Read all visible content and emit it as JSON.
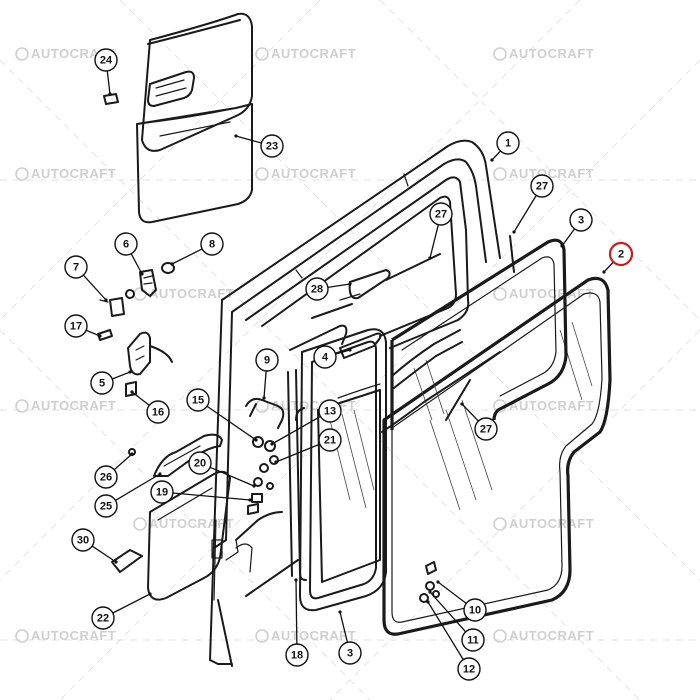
{
  "watermark": {
    "text": "AUTOCRAFT"
  },
  "callouts": [
    {
      "id": "c1",
      "label": "1",
      "highlight": false
    },
    {
      "id": "c2",
      "label": "2",
      "highlight": true
    },
    {
      "id": "c3a",
      "label": "3",
      "highlight": false
    },
    {
      "id": "c3b",
      "label": "3",
      "highlight": false
    },
    {
      "id": "c4",
      "label": "4",
      "highlight": false
    },
    {
      "id": "c5",
      "label": "5",
      "highlight": false
    },
    {
      "id": "c6",
      "label": "6",
      "highlight": false
    },
    {
      "id": "c7",
      "label": "7",
      "highlight": false
    },
    {
      "id": "c8",
      "label": "8",
      "highlight": false
    },
    {
      "id": "c9",
      "label": "9",
      "highlight": false
    },
    {
      "id": "c10",
      "label": "10",
      "highlight": false
    },
    {
      "id": "c11",
      "label": "11",
      "highlight": false
    },
    {
      "id": "c12",
      "label": "12",
      "highlight": false
    },
    {
      "id": "c13",
      "label": "13",
      "highlight": false
    },
    {
      "id": "c15",
      "label": "15",
      "highlight": false
    },
    {
      "id": "c16",
      "label": "16",
      "highlight": false
    },
    {
      "id": "c17",
      "label": "17",
      "highlight": false
    },
    {
      "id": "c18",
      "label": "18",
      "highlight": false
    },
    {
      "id": "c19",
      "label": "19",
      "highlight": false
    },
    {
      "id": "c20",
      "label": "20",
      "highlight": false
    },
    {
      "id": "c21",
      "label": "21",
      "highlight": false
    },
    {
      "id": "c22",
      "label": "22",
      "highlight": false
    },
    {
      "id": "c23",
      "label": "23",
      "highlight": false
    },
    {
      "id": "c24",
      "label": "24",
      "highlight": false
    },
    {
      "id": "c25",
      "label": "25",
      "highlight": false
    },
    {
      "id": "c26",
      "label": "26",
      "highlight": false
    },
    {
      "id": "c27a",
      "label": "27",
      "highlight": false
    },
    {
      "id": "c27b",
      "label": "27",
      "highlight": false
    },
    {
      "id": "c27c",
      "label": "27",
      "highlight": false
    },
    {
      "id": "c28",
      "label": "28",
      "highlight": false
    },
    {
      "id": "c30",
      "label": "30",
      "highlight": false
    }
  ],
  "colors": {
    "line": "#1a1a1a",
    "highlight": "#d01818",
    "watermark": "#cfcfcf"
  }
}
